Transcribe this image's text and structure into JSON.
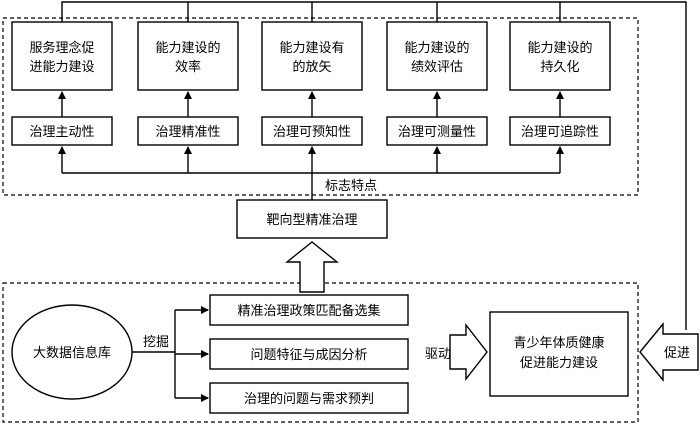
{
  "top_group": {
    "goals": [
      {
        "line1": "服务理念促",
        "line2": "进能力建设"
      },
      {
        "line1": "能力建设的",
        "line2": "效率"
      },
      {
        "line1": "能力建设有",
        "line2": "的放矢"
      },
      {
        "line1": "能力建设的",
        "line2": "绩效评估"
      },
      {
        "line1": "能力建设的",
        "line2": "持久化"
      }
    ],
    "features": [
      "治理主动性",
      "治理精准性",
      "治理可预知性",
      "治理可测量性",
      "治理可追踪性"
    ],
    "feature_label": "标志特点"
  },
  "middle": {
    "target_box": "靶向型精准治理"
  },
  "bottom_group": {
    "database": "大数据信息库",
    "mining_label": "挖掘",
    "outputs": [
      "精准治理政策匹配备选集",
      "问题特征与成因分析",
      "治理的问题与需求预判"
    ],
    "drive_label": "驱动",
    "result": {
      "line1": "青少年体质健康",
      "line2": "促进能力建设"
    },
    "promote_label": "促进"
  }
}
